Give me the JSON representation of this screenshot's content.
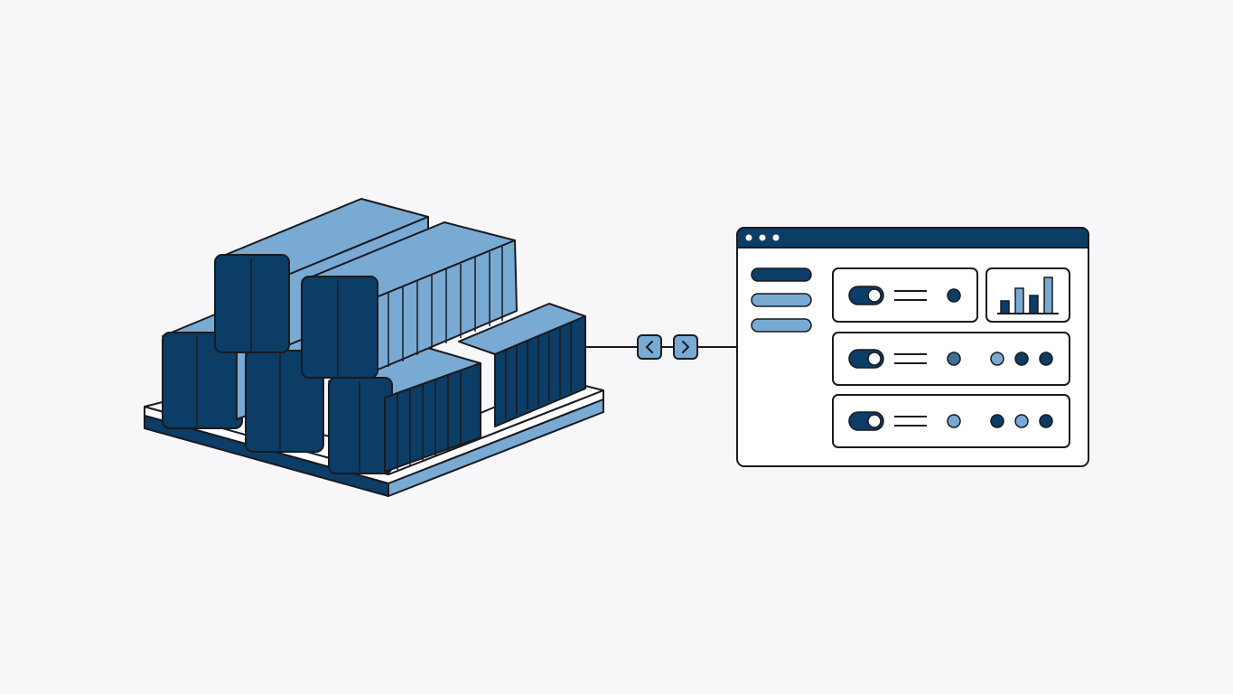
{
  "colors": {
    "background": "#f7f7fa",
    "dark": "#0b3d66",
    "light": "#79aad4",
    "outline": "#1a1a1f",
    "white": "#ffffff"
  },
  "illustration": {
    "container_stack": {
      "pallet": "pallet",
      "containers": [
        "container",
        "container",
        "container",
        "container",
        "container",
        "container"
      ]
    },
    "connector": {
      "left_icon": "chevron-left-icon",
      "right_icon": "chevron-right-icon"
    },
    "dashboard": {
      "titlebar_dots": 3,
      "sidebar_items": 3,
      "rows": [
        {
          "toggle": "on",
          "indicators": [
            "dark"
          ],
          "widget": "bar-chart"
        },
        {
          "toggle": "on",
          "indicators": [
            "mid",
            "light",
            "dark",
            "dark"
          ]
        },
        {
          "toggle": "on",
          "indicators": [
            "light",
            "dark",
            "light",
            "dark"
          ]
        }
      ],
      "chart_bars": [
        0.35,
        0.7,
        0.5,
        1.0
      ]
    }
  }
}
